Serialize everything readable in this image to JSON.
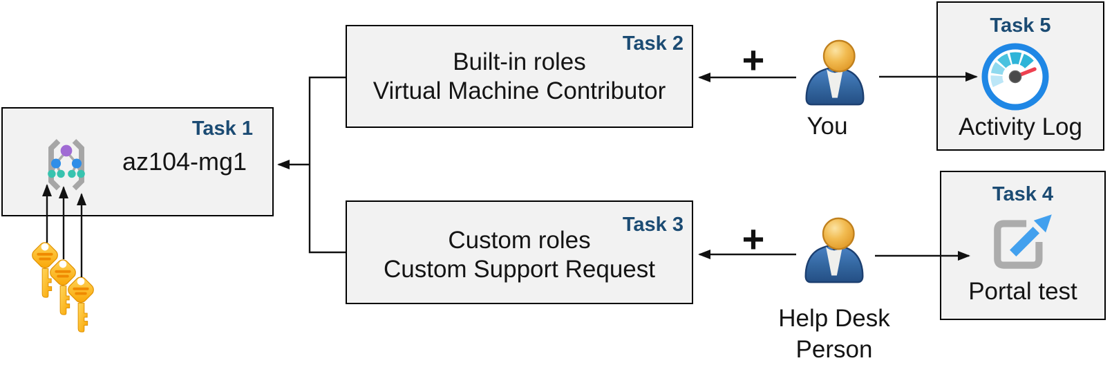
{
  "plus": "+",
  "nodes": {
    "task1": {
      "label": "Task 1",
      "title": "az104-mg1",
      "icon": "management-group-icon"
    },
    "task2": {
      "label": "Task 2",
      "lines": [
        "Built-in roles",
        "Virtual Machine Contributor"
      ]
    },
    "task3": {
      "label": "Task 3",
      "lines": [
        "Custom roles",
        "Custom Support Request"
      ]
    },
    "task4": {
      "label": "Task 4",
      "caption": "Portal test",
      "icon": "external-link-portal-icon"
    },
    "task5": {
      "label": "Task 5",
      "caption": "Activity Log",
      "icon": "gauge-activity-log-icon"
    },
    "you": {
      "caption": "You",
      "icon": "person-icon"
    },
    "helpdesk": {
      "lines": [
        "Help Desk",
        "Person"
      ],
      "icon": "person-icon"
    },
    "keys": {
      "icon": "key-icon",
      "count": 3
    }
  },
  "edges": [
    {
      "from": "task2",
      "to": "task1",
      "style": "elbow-arrow"
    },
    {
      "from": "task3",
      "to": "task1",
      "style": "elbow-arrow"
    },
    {
      "from": "you",
      "to": "task2",
      "annotation": "+"
    },
    {
      "from": "you",
      "to": "task5-gauge-icon"
    },
    {
      "from": "helpdesk",
      "to": "task3",
      "annotation": "+"
    },
    {
      "from": "helpdesk",
      "to": "task4-portal-icon"
    },
    {
      "from": "keys",
      "to": "task1-management-group-icon",
      "count": 3
    }
  ],
  "colors": {
    "task_label": "#1B4B73",
    "box_fill": "#F2F2F2",
    "box_border": "#000000",
    "arrow": "#111111",
    "key_gold": "#F9A800",
    "person_head_orange": "#E8A33D",
    "person_body_blue": "#33669F",
    "gauge_ring_blue": "#1F87E5",
    "gauge_teal": "#2EB4D8",
    "needle_red": "#EE4150",
    "portal_gray": "#ACACAC",
    "portal_arrow_blue": "#42A0EE",
    "mg_purple": "#A06BD4",
    "mg_blue": "#2F8EE8",
    "mg_teal": "#38C3AF"
  }
}
